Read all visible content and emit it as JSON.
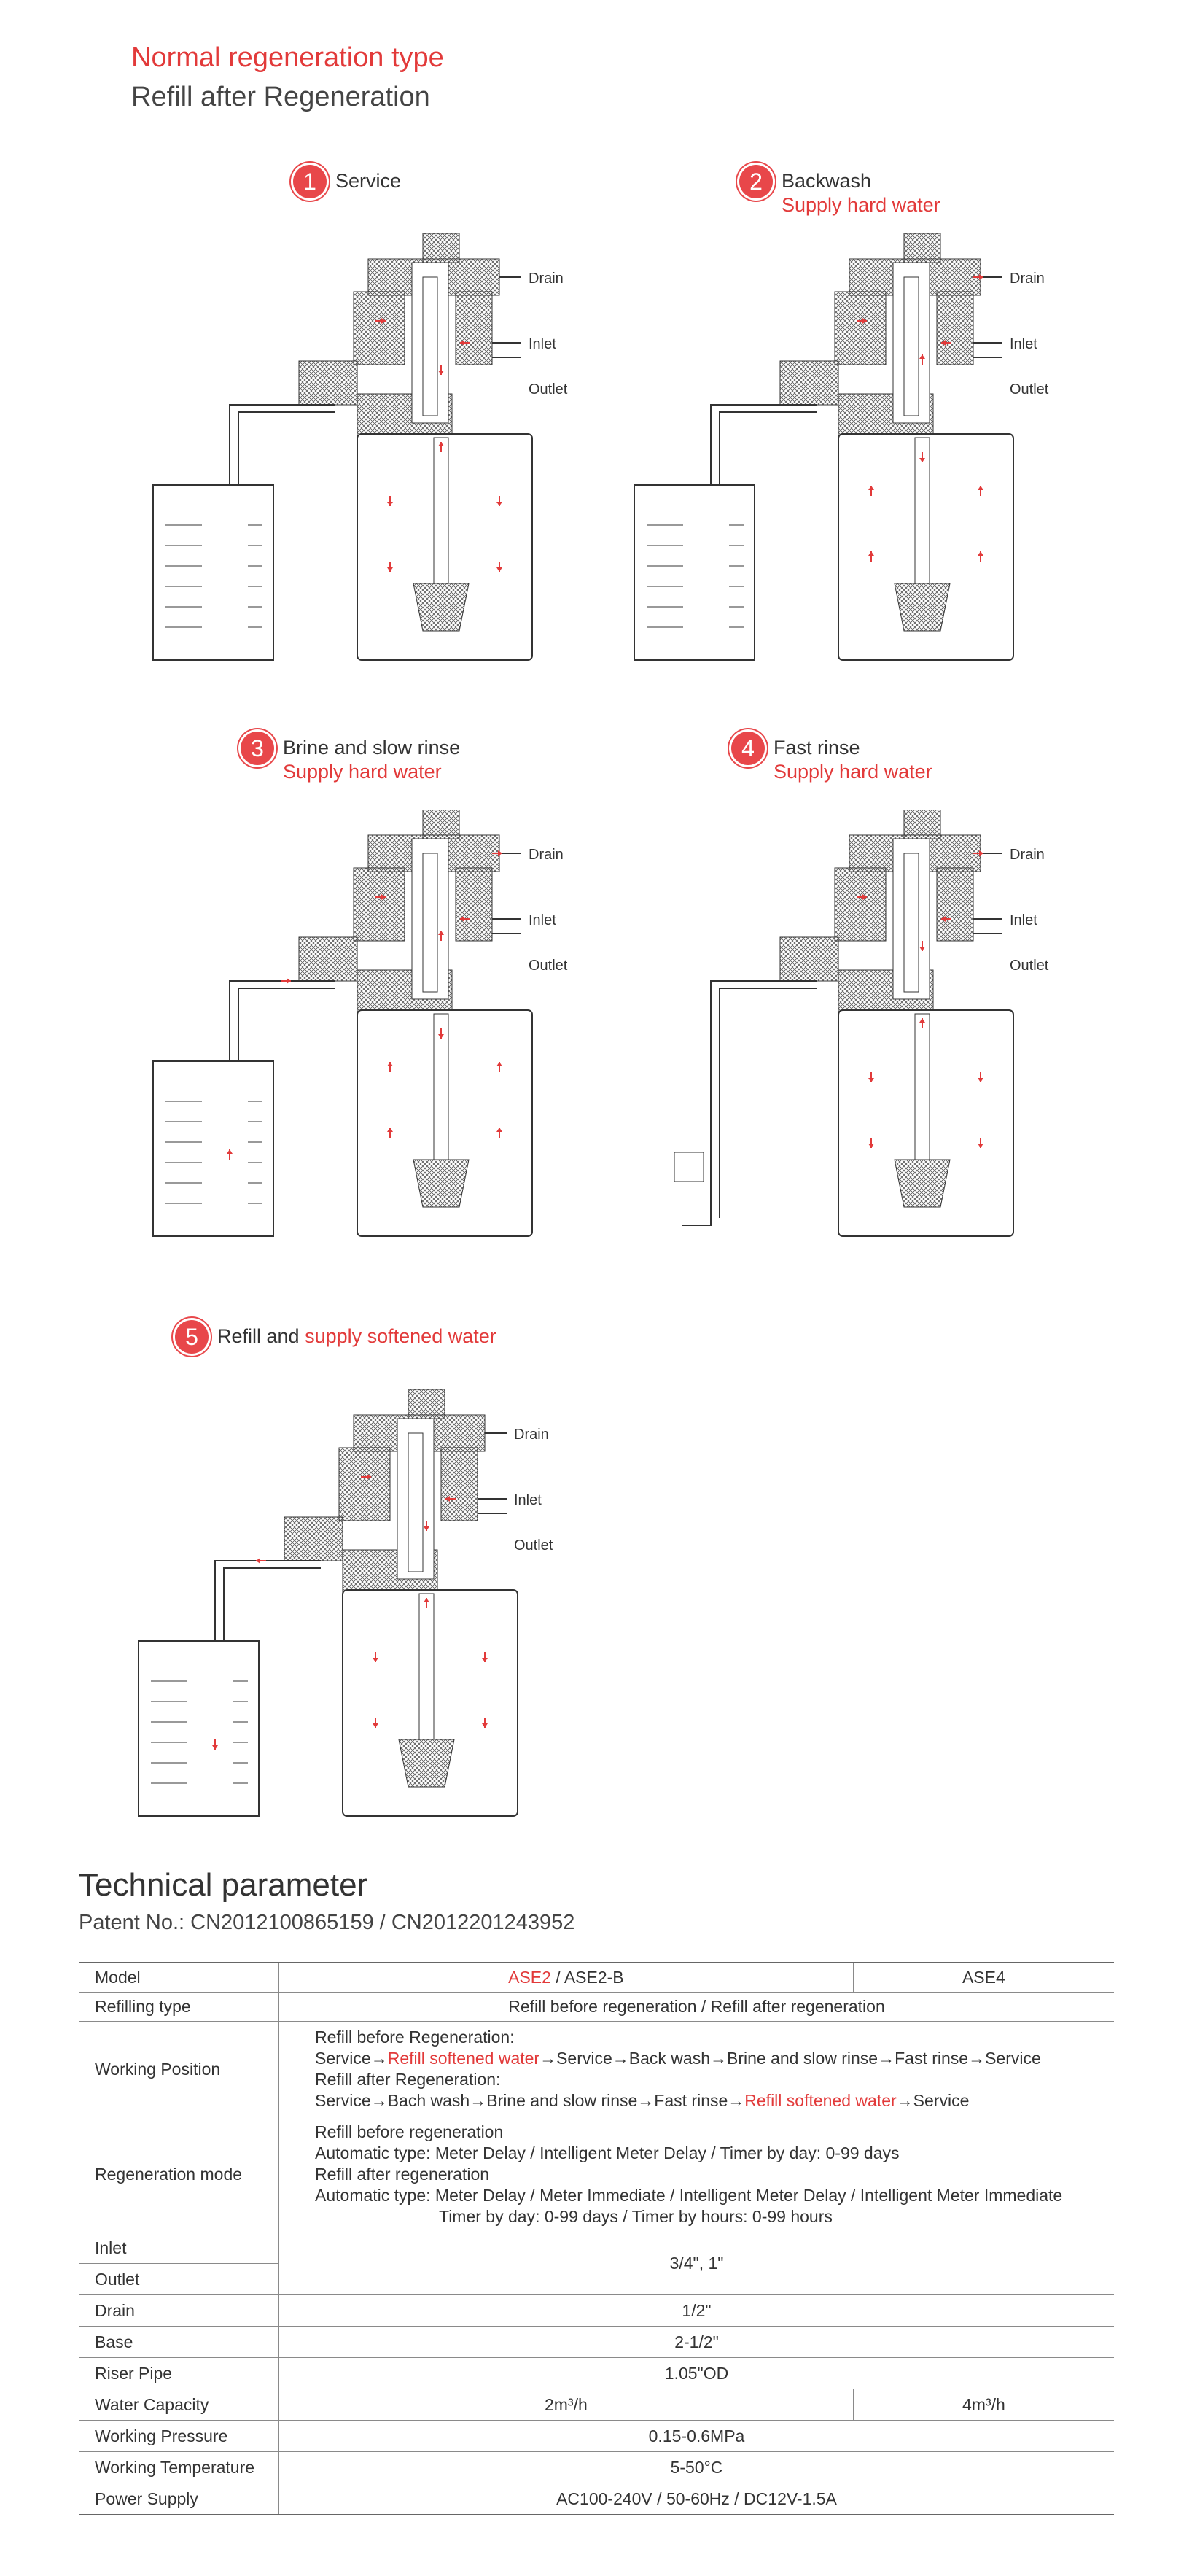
{
  "header": {
    "title": "Normal regeneration type",
    "subtitle": "Refill after Regeneration"
  },
  "steps": [
    {
      "num": "1",
      "name": "Service",
      "sub": ""
    },
    {
      "num": "2",
      "name": "Backwash",
      "sub": "Supply hard water"
    },
    {
      "num": "3",
      "name": "Brine and slow rinse",
      "sub": "Supply hard water"
    },
    {
      "num": "4",
      "name": "Fast rinse",
      "sub": "Supply hard water"
    },
    {
      "num": "5",
      "name": "Refill and ",
      "name_red": "supply softened water",
      "sub": ""
    }
  ],
  "diagram_labels": {
    "drain": "Drain",
    "inlet": "Inlet",
    "outlet": "Outlet"
  },
  "colors": {
    "accent": "#e23a3a",
    "line": "#333333"
  },
  "tech": {
    "title": "Technical parameter",
    "patent": "Patent No.: CN2012100865159 / CN2012201243952",
    "model_label": "Model",
    "model_a_red": "ASE2",
    "model_a_rest": " / ASE2-B",
    "model_b": "ASE4",
    "refill_label": "Refilling type",
    "refill_value": "Refill before regeneration / Refill after regeneration",
    "wp_label": "Working Position",
    "wp_line1": "Refill before Regeneration:",
    "wp_line2_a": "Service→",
    "wp_line2_red": "Refill softened water",
    "wp_line2_b": "→Service→Back wash→Brine and slow rinse→Fast rinse→Service",
    "wp_line3": "Refill after Regeneration:",
    "wp_line4_a": "Service→Bach wash→Brine and slow rinse→Fast rinse→",
    "wp_line4_red": "Refill softened water",
    "wp_line4_b": "→Service",
    "regen_label": "Regeneration mode",
    "regen_1": "Refill before regeneration",
    "regen_2": "Automatic type: Meter Delay / Intelligent Meter Delay / Timer by day: 0-99 days",
    "regen_3": "Refill after regeneration",
    "regen_4": "Automatic type: Meter Delay / Meter Immediate / Intelligent Meter Delay / Intelligent Meter Immediate",
    "regen_5": "Timer by day: 0-99 days / Timer by hours: 0-99 hours",
    "inlet_label": "Inlet",
    "outlet_label": "Outlet",
    "inout_value": "3/4\", 1\"",
    "drain_label": "Drain",
    "drain_value": "1/2\"",
    "base_label": "Base",
    "base_value": "2-1/2\"",
    "riser_label": "Riser Pipe",
    "riser_value": "1.05\"OD",
    "cap_label": "Water Capacity",
    "cap_a": "2m³/h",
    "cap_b": "4m³/h",
    "press_label": "Working Pressure",
    "press_value": "0.15-0.6MPa",
    "temp_label": "Working Temperature",
    "temp_value": "5-50°C",
    "power_label": "Power Supply",
    "power_value": "AC100-240V / 50-60Hz / DC12V-1.5A"
  }
}
